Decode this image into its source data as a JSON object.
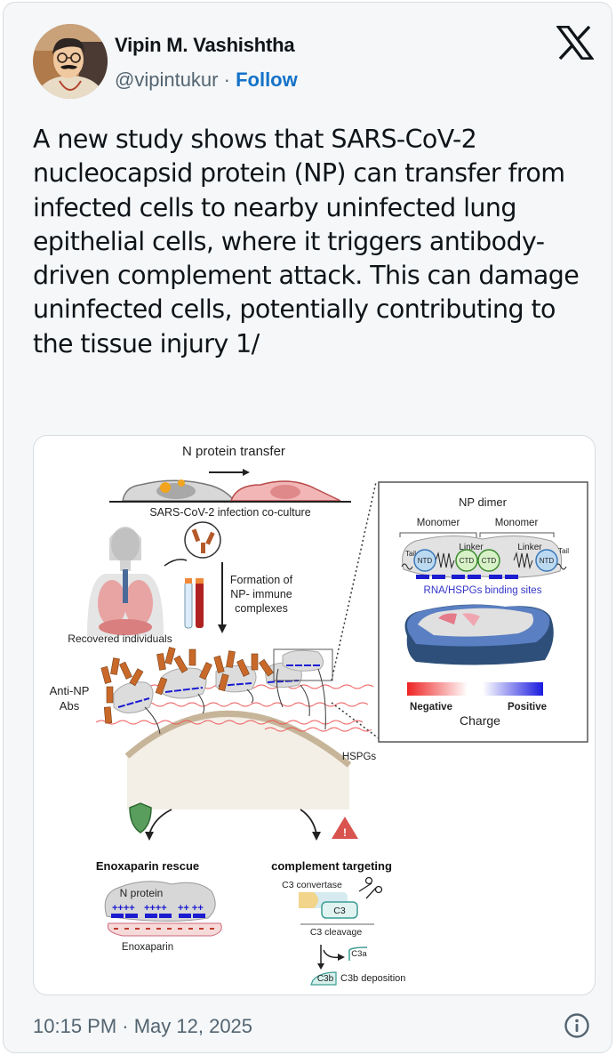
{
  "author": {
    "display_name": "Vipin M. Vashishtha",
    "handle": "@vipintukur",
    "separator": "·",
    "follow_label": "Follow",
    "avatar_icon": "avatar-illustration"
  },
  "platform_logo": "x-logo-icon",
  "tweet": {
    "text": "A new study shows that SARS-CoV-2 nucleocapsid protein (NP) can transfer from infected cells to nearby uninfected lung epithelial cells, where it triggers antibody-driven complement attack. This can damage uninfected cells, potentially contributing to the tissue injury 1/"
  },
  "figure": {
    "top": {
      "title": "N protein transfer",
      "caption": "SARS-CoV-2 infection co-culture"
    },
    "patient": {
      "caption": "Recovered individuals",
      "arrow_label_lines": [
        "Formation of",
        "NP- immune",
        "complexes"
      ]
    },
    "membrane": {
      "antibodies_label_lines": [
        "Anti-NP",
        "Abs"
      ],
      "hspg_label": "HSPGs"
    },
    "inset": {
      "title": "NP dimer",
      "monomer_left": "Monomer",
      "monomer_right": "Monomer",
      "linker_left": "Linker",
      "linker_right": "Linker",
      "tail_left": "Tail",
      "tail_right": "Tail",
      "domains": [
        "NTD",
        "CTD",
        "CTD",
        "NTD"
      ],
      "binding_label": "RNA/HSPGs binding sites",
      "charge_negative": "Negative",
      "charge_positive": "Positive",
      "charge_title": "Charge",
      "colors": {
        "negative": "#ee2222",
        "positive": "#1a1adf",
        "binding": "#1b1bd0"
      }
    },
    "rescue": {
      "title": "Enoxaparin rescue",
      "protein_label": "N protein",
      "plus_groups": [
        "++++",
        "++++",
        "++ ++"
      ],
      "drug_label": "Enoxaparin",
      "icon": "shield-icon",
      "color": "#5a9e5e"
    },
    "complement": {
      "title": "complement targeting",
      "convertase_label": "C3 convertase",
      "c3_label": "C3",
      "cleavage_label": "C3 cleavage",
      "c3a_label": "C3a",
      "c3b_label": "C3b",
      "deposition_label": "C3b deposition",
      "icon": "warning-icon",
      "color": "#d9534f"
    }
  },
  "footer": {
    "timestamp": "10:15 PM · May 12, 2025",
    "info_icon": "info-icon"
  }
}
